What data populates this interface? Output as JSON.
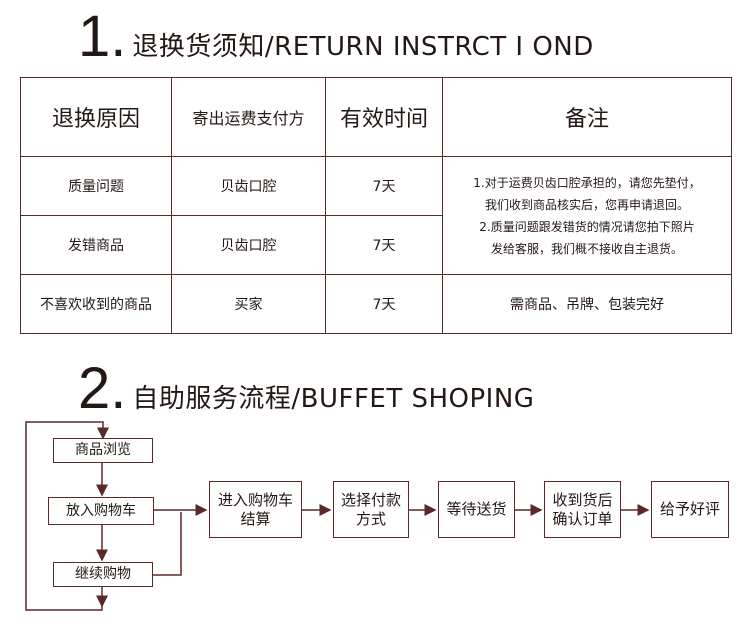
{
  "section1": {
    "number": "1.",
    "title": "退换货须知/RETURN INSTRCT I OND"
  },
  "table": {
    "headers": [
      "退换原因",
      "寄出运费支付方",
      "有效时间",
      "备注"
    ],
    "rows": [
      {
        "reason": "质量问题",
        "payer": "贝齿口腔",
        "time": "7天"
      },
      {
        "reason": "发错商品",
        "payer": "贝齿口腔",
        "time": "7天"
      },
      {
        "reason": "不喜欢收到的商品",
        "payer": "买家",
        "time": "7天"
      }
    ],
    "note_shared": [
      "1.对于运费贝齿口腔承担的，请您先垫付，",
      "我们收到商品核实后，您再申请退回。",
      "2.质量问题跟发错货的情况请您拍下照片",
      "发给客服，我们概不接收自主退货。"
    ],
    "note_row3": "需商品、吊牌、包装完好"
  },
  "section2": {
    "number": "2.",
    "title": "自助服务流程/BUFFET SHOPING"
  },
  "flow": {
    "browse": "商品浏览",
    "add_cart": "放入购物车",
    "continue": "继续购物",
    "checkout_line1": "进入购物车",
    "checkout_line2": "结算",
    "payment_line1": "选择付款",
    "payment_line2": "方式",
    "wait": "等待送货",
    "confirm_line1": "收到货后",
    "confirm_line2": "确认订单",
    "review": "给予好评"
  },
  "colors": {
    "border": "#5a2a2a",
    "text": "#231815"
  }
}
